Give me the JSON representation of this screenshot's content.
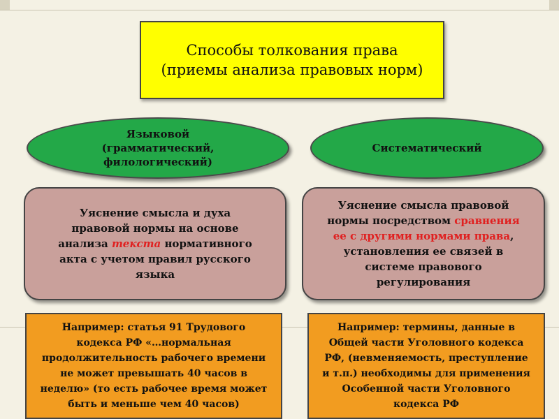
{
  "title": {
    "line1": "Способы толкования права",
    "line2": "(приемы анализа правовых норм)"
  },
  "linguistic": {
    "heading": [
      "Языковой",
      "(грамматический,",
      "филологический)"
    ],
    "description": {
      "line1": "Уяснение  смысла и духа",
      "line2": "правовой нормы на основе",
      "line3_pre": "анализа ",
      "line3_emph": "текста",
      "line3_post": " нормативного",
      "line4": "акта с учетом правил русского",
      "line5": "языка"
    },
    "example": [
      "Например:  статья 91 Трудового",
      "кодекса РФ  «…нормальная",
      "продолжительность  рабочего времени",
      "не может превышать 40 часов в",
      "неделю»  (то есть рабочее время может",
      "быть и меньше чем 40 часов)"
    ]
  },
  "systematic": {
    "heading": "Систематический",
    "description": {
      "line1": "Уяснение смысла правовой",
      "line2_pre": "нормы посредством ",
      "line2_emph": "сравнения",
      "line3_emph": "ее с другими нормами права",
      "line3_post": ",",
      "line4": "установления ее связей в",
      "line5": "системе  правового",
      "line6": "регулирования"
    },
    "example": [
      "Например:  термины, данные в",
      "Общей части Уголовного кодекса",
      "РФ, (невменяемость,  преступление",
      "и т.п.) необходимы для применения",
      "Особенной части Уголовного",
      "кодекса РФ"
    ]
  },
  "colors": {
    "title_bg": "#ffff00",
    "ellipse_bg": "#23a848",
    "description_bg": "#c9a09b",
    "example_bg": "#f29c20",
    "emphasis_text": "#e02020"
  }
}
